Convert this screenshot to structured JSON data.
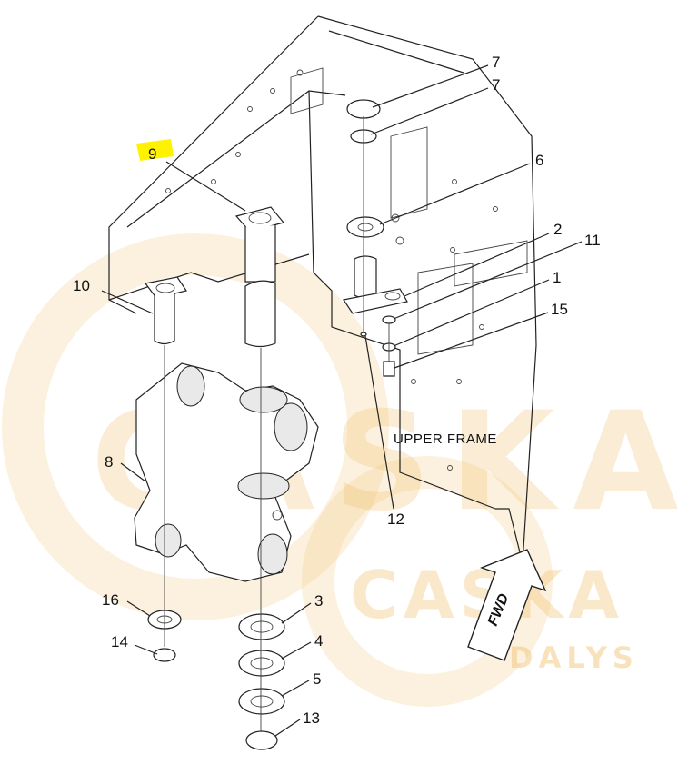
{
  "diagram": {
    "frame_label": "UPPER FRAME",
    "direction_label": "FWD",
    "highlight_color": "#fff200",
    "callouts": [
      {
        "id": "c7a",
        "text": "7"
      },
      {
        "id": "c7b",
        "text": "7"
      },
      {
        "id": "c6",
        "text": "6"
      },
      {
        "id": "c2",
        "text": "2"
      },
      {
        "id": "c11",
        "text": "11"
      },
      {
        "id": "c1",
        "text": "1"
      },
      {
        "id": "c15",
        "text": "15"
      },
      {
        "id": "c9",
        "text": "9"
      },
      {
        "id": "c10",
        "text": "10"
      },
      {
        "id": "c8",
        "text": "8"
      },
      {
        "id": "c12",
        "text": "12"
      },
      {
        "id": "c16",
        "text": "16"
      },
      {
        "id": "c14",
        "text": "14"
      },
      {
        "id": "c3",
        "text": "3"
      },
      {
        "id": "c4",
        "text": "4"
      },
      {
        "id": "c5",
        "text": "5"
      },
      {
        "id": "c13",
        "text": "13"
      }
    ]
  },
  "watermark": {
    "main": "CASKA",
    "secondary": "CASKA",
    "sub": "DALYS",
    "color": "#f1c06a"
  }
}
